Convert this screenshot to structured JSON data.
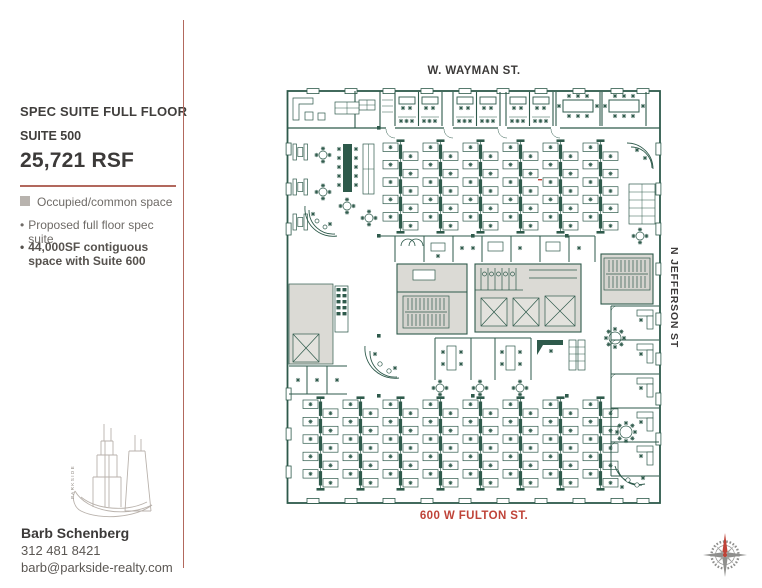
{
  "panel": {
    "title": "SPEC SUITE FULL FLOOR",
    "suite": "SUITE 500",
    "area": "25,721 RSF",
    "legend": [
      {
        "label": "Occupied/common space"
      },
      {
        "label": "Proposed full floor spec suite"
      },
      {
        "label": "44,000SF contiguous space with Suite 600"
      }
    ],
    "contact": {
      "name": "Barb Schenberg",
      "phone": "312 481 8421",
      "email": "barb@parkside-realty.com"
    },
    "logo_text": "PARKSIDE"
  },
  "plan": {
    "street_top": "W. WAYMAN ST.",
    "street_right": "N JEFFERSON ST",
    "street_bottom": "600 W FULTON ST."
  },
  "colors": {
    "plan_green": "#2e5a4b",
    "core_gray": "#dbdad5",
    "accent_red": "#bf4338",
    "divider_red": "#b2685d",
    "charcoal": "#3c3a39",
    "body_gray": "#6f6b67",
    "legend_square_gray": "#b8b3ae"
  }
}
